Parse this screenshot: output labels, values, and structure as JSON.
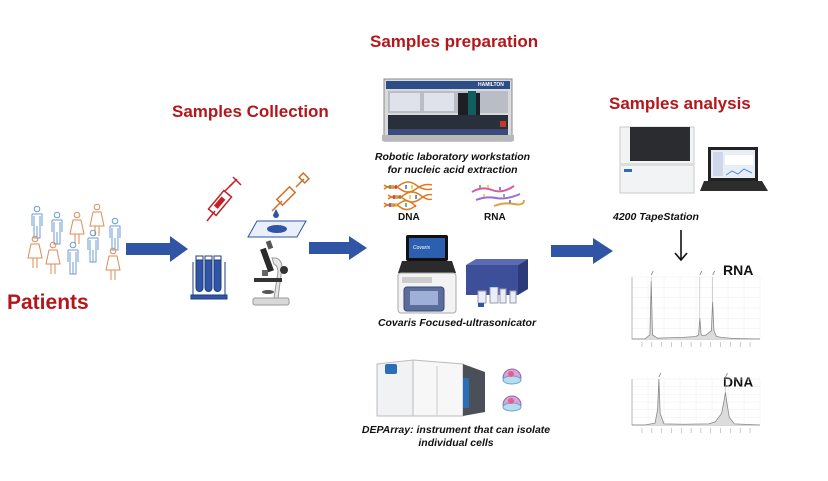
{
  "sections": {
    "patients": {
      "label": "Patients"
    },
    "collection": {
      "title": "Samples Collection"
    },
    "preparation": {
      "title": "Samples preparation",
      "workstation_caption_line1": "Robotic laboratory workstation",
      "workstation_caption_line2": "for nucleic acid extraction",
      "workstation_brand": "HAMILTON",
      "dna_label": "DNA",
      "rna_label": "RNA",
      "covaris_caption": "Covaris Focused-ultrasonicator",
      "covaris_brand": "Covaris",
      "deparray_caption_line1": "DEPArray: instrument that can isolate",
      "deparray_caption_line2": "individual cells"
    },
    "analysis": {
      "title": "Samples analysis",
      "instrument_caption": "4200 TapeStation",
      "rna_chart_label": "RNA",
      "dna_chart_label": "DNA"
    }
  },
  "colors": {
    "title_red": "#b5161b",
    "arrow_blue": "#2f55a4",
    "patient_blue": "#6b9bd2",
    "patient_orange": "#e08a55"
  },
  "chart_data": [
    {
      "type": "line",
      "title": "RNA",
      "description": "TapeStation electropherogram (RNA)",
      "x": [
        0,
        5,
        10,
        14,
        15,
        16,
        20,
        30,
        40,
        50,
        52,
        53,
        54,
        56,
        58,
        62,
        63,
        64,
        66,
        70,
        80,
        100
      ],
      "values": [
        0,
        0,
        0,
        1,
        14,
        1,
        0.2,
        0.3,
        0.4,
        0.6,
        1,
        5,
        1,
        0.8,
        1,
        2,
        9,
        2,
        0.6,
        0.4,
        0.1,
        0
      ],
      "ylim": [
        0,
        15
      ],
      "grid": true
    },
    {
      "type": "line",
      "title": "DNA",
      "description": "TapeStation electropherogram (DNA)",
      "x": [
        0,
        10,
        18,
        20,
        21,
        22,
        25,
        40,
        60,
        65,
        70,
        72,
        73,
        74,
        76,
        80,
        100
      ],
      "values": [
        0,
        0,
        0.5,
        4,
        12,
        3,
        0.3,
        0.2,
        0.3,
        0.8,
        3,
        6.5,
        8.5,
        6,
        2,
        0.3,
        0
      ],
      "ylim": [
        0,
        12
      ],
      "grid": true
    }
  ]
}
